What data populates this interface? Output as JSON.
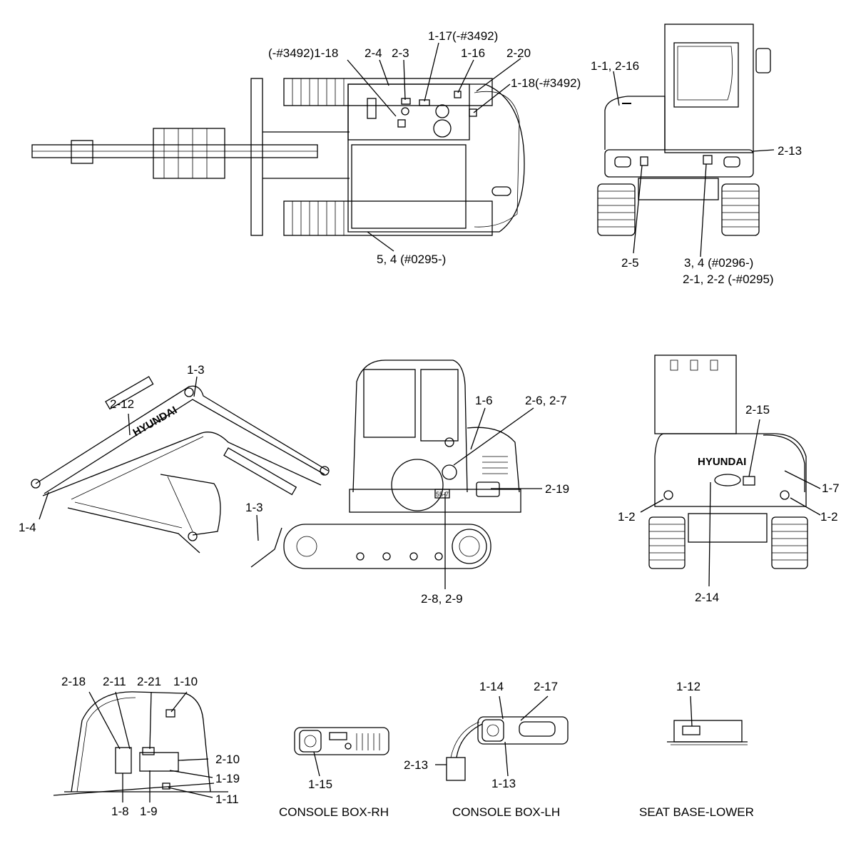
{
  "labels": {
    "top_a": "(-#3492)1-18",
    "top_b": "2-4",
    "top_c": "2-3",
    "top_d": "1-17(-#3492)",
    "top_e": "1-16",
    "top_f": "2-20",
    "top_g": "1-18(-#3492)",
    "top_h": "5, 4 (#0295-)",
    "rear_a": "1-1, 2-16",
    "rear_b": "2-13",
    "rear_c": "2-5",
    "rear_d": "3, 4 (#0296-)",
    "rear_e": "2-1, 2-2 (-#0295)",
    "side_a": "1-3",
    "side_b": "2-12",
    "side_c": "1-6",
    "side_d": "2-6, 2-7",
    "side_e": "2-19",
    "side_f": "1-3",
    "side_g": "1-4",
    "side_h": "2-8, 2-9",
    "back_a": "2-15",
    "back_b": "1-7",
    "back_c": "1-2",
    "back_d": "1-2",
    "back_e": "2-14",
    "cab_a": "2-18",
    "cab_b": "2-11",
    "cab_c": "2-21",
    "cab_d": "1-10",
    "cab_e": "2-10",
    "cab_f": "1-19",
    "cab_g": "1-11",
    "cab_h": "1-8",
    "cab_i": "1-9",
    "rh_a": "1-15",
    "lh_a": "1-14",
    "lh_b": "2-17",
    "lh_c": "2-13",
    "lh_d": "1-13",
    "seat_a": "1-12"
  },
  "captions": {
    "console_rh": "CONSOLE BOX-RH",
    "console_lh": "CONSOLE BOX-LH",
    "seat_base": "SEAT BASE-LOWER"
  },
  "brand": {
    "side": "HYUNDAI",
    "back": "HYUNDAI",
    "model": "55-7"
  }
}
